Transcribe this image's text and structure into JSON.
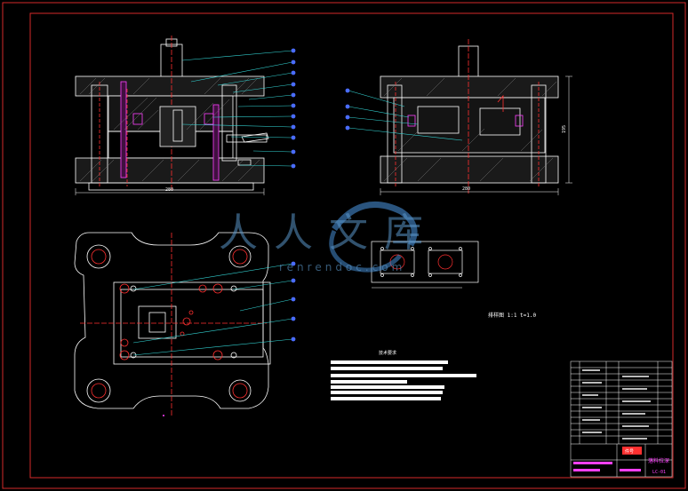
{
  "drawing": {
    "title_block_name": "落料拉深",
    "title_block_code": "LC-01",
    "title_block_red": "件号",
    "strip_label": "排样图 1:1  t=1.0",
    "tech_req_title": "技术要求",
    "dim_left_width": "280",
    "dim_right_width": "280",
    "dim_right_height": "195"
  },
  "watermark": {
    "chinese": "人人文库",
    "pinyin": "renrendoc.com"
  },
  "colors": {
    "background": "#000000",
    "border": "#d42a2a",
    "lines": "#ffffff",
    "leaders": "#33d6d6",
    "balloons": "#4a6cff",
    "red": "#ff3030",
    "magenta": "#ff40ff",
    "yellow": "#e8e820"
  }
}
